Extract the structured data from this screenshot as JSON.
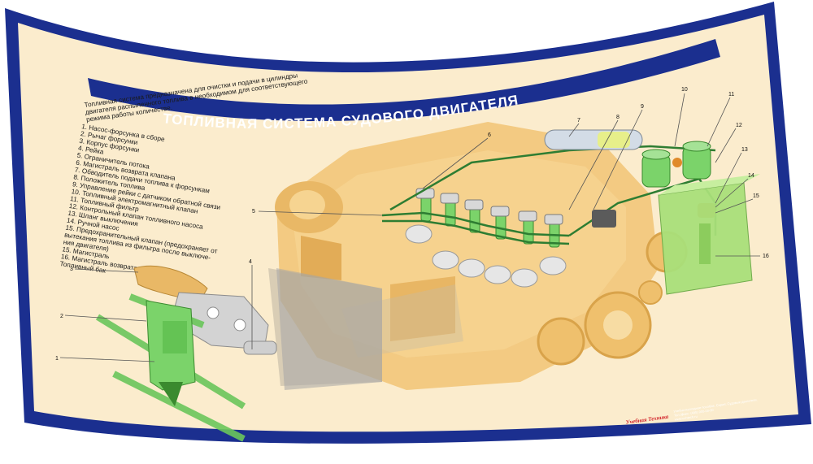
{
  "poster": {
    "title": "ТОПЛИВНАЯ СИСТЕМА СУДОВОГО ДВИГАТЕЛЯ",
    "intro": [
      "Топливная система предназначена для очистки и подачи в цилиндры",
      "двигателя распыленного топлива в необходимом для соответствующего",
      "режима работы количестве."
    ],
    "legend": [
      "1. Насос-форсунка в сборе",
      "2. Рычаг форсунки",
      "3. Корпус форсунки",
      "4. Рейка",
      "5. Ограничитель потока",
      "6. Магистраль возврата клапана",
      "7. Обводитель подачи топлива к форсункам",
      "8. Положитель топлива",
      "9. Управление рейки с датчиком обратной связи",
      "10. Топливный электромагнитный клапан",
      "11. Топливный фильтр",
      "12. Контрольный клапан топливного насоса",
      "13. Шланг выключения",
      "14. Ручной насос",
      "15. Предохранительный клапан (предохраняет от",
      "вытекания топлива из фильтра после выключе-",
      "ния двигателя)",
      "15. Магистраль",
      "16. Магистраль возврата топлива",
      "Топливный бак"
    ],
    "callouts": [
      "1",
      "2",
      "3",
      "4",
      "5",
      "6",
      "7",
      "8",
      "9",
      "10",
      "11",
      "12",
      "13",
      "14",
      "15",
      "16"
    ],
    "footer": {
      "brand": "Учебная Техника",
      "line1": "Учебно-наглядное пособие. Серия: Судовые двигатели.",
      "line2": "Тел./факс: (495) 000-00-00",
      "line3": "www.uchtech.ru"
    }
  },
  "colors": {
    "frame": "#1b2f8f",
    "paper": "#fbeccd",
    "title_band": "#1b2f8f",
    "engine": "#f2c77a",
    "green_parts": "#7bd36a",
    "tank": "#a9e07a",
    "fuel_line": "#2e7d32"
  }
}
